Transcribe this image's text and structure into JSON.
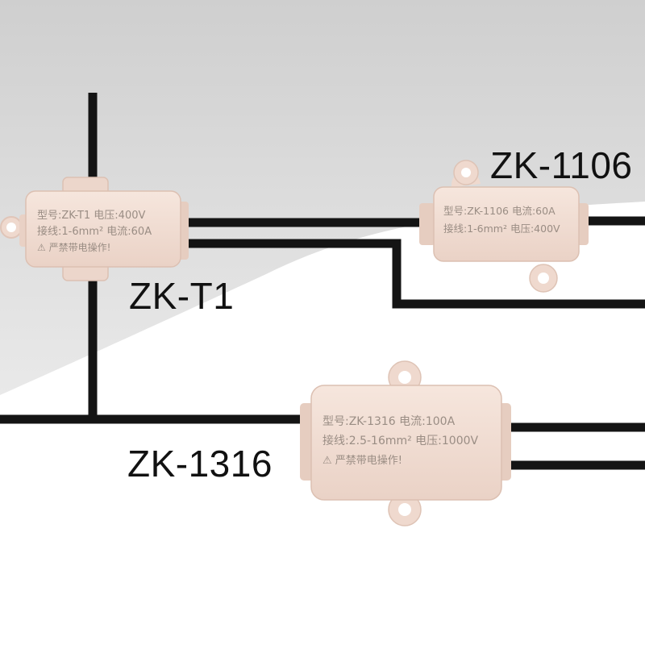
{
  "labels": {
    "zk_1106": "ZK-1106",
    "zk_t1": "ZK-T1",
    "zk_1316": "ZK-1316"
  },
  "devices": {
    "zk_t1": {
      "line1": "型号:ZK-T1  电压:400V",
      "line2": "接线:1-6mm²  电流:60A",
      "line3": "⚠ 严禁带电操作!"
    },
    "zk_1106": {
      "line1": "型号:ZK-1106 电流:60A",
      "line2": "接线:1-6mm²  电压:400V"
    },
    "zk_1316": {
      "line1": "型号:ZK-1316   电流:100A",
      "line2": "接线:2.5-16mm²  电压:1000V",
      "line3": "⚠ 严禁带电操作!"
    }
  },
  "colors": {
    "cable": "#141414",
    "housing": "#f1ddd3",
    "housing_shade": "#e2c8bb",
    "background_grey": "#dcdcdc",
    "background_white": "#ffffff"
  }
}
